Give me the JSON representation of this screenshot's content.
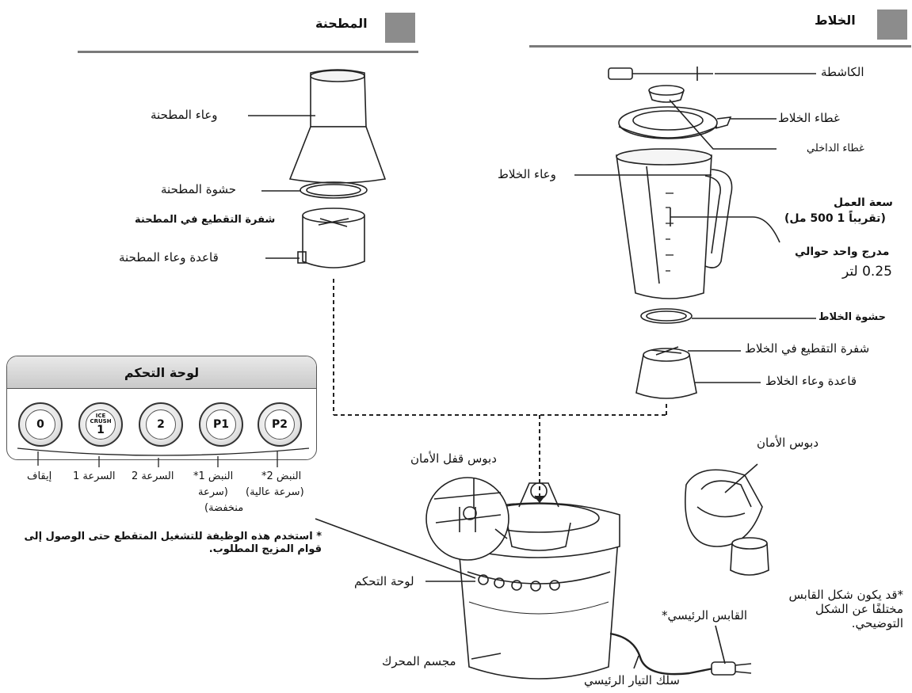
{
  "sections": {
    "grinder_title": "المطحنة",
    "blender_title": "الخلاط"
  },
  "blender_parts": {
    "spatula": "الكاشطة",
    "blender_lid": "غطاء الخلاط",
    "inner_lid": "غطاء الداخلي",
    "blender_jar": "وعاء الخلاط",
    "capacity_title": "سعة العمل",
    "capacity_value": "(تقريباً 1 500 مل)",
    "graduation_line1": "مدرج واحد حوالي",
    "graduation_line2": "0.25 لتر",
    "blender_gasket": "حشوة الخلاط",
    "blender_blade": "شفرة التقطيع في الخلاط",
    "blender_base": "قاعدة وعاء الخلاط"
  },
  "grinder_parts": {
    "grinder_jar": "وعاء المطحنة",
    "grinder_gasket": "حشوة المطحنة",
    "grinder_blade": "شفرة التقطيع في المطحنة",
    "grinder_base": "قاعدة وعاء المطحنة"
  },
  "control_panel": {
    "title": "لوحة التحكم",
    "buttons": [
      {
        "label": "0",
        "caption": "إيقاف"
      },
      {
        "label": "1",
        "top": "ICE\nCRUSH",
        "caption": "السرعة 1"
      },
      {
        "label": "2",
        "caption": "السرعة 2"
      },
      {
        "label": "P1",
        "caption": "النبض 1*",
        "caption2": "(سرعة",
        "caption3": "منخفضة)"
      },
      {
        "label": "P2",
        "caption": "النبض 2*",
        "caption2": "(سرعة عالية)"
      }
    ],
    "note": "* استخدم هذه الوظيفة للتشغيل المتقطع حتى الوصول إلى قوام المزيج المطلوب."
  },
  "main_unit": {
    "safety_lock_pin": "دبوس قفل الأمان",
    "safety_pins": "دبوس الأمان",
    "control_panel_label": "لوحة التحكم",
    "motor_body": "مجسم المحرك",
    "power_cord": "سلك التيار الرئيسي",
    "plug": "القابس الرئيسي*",
    "plug_note": "*قد يكون شكل القابس مختلفًا عن الشكل التوضيحي."
  }
}
